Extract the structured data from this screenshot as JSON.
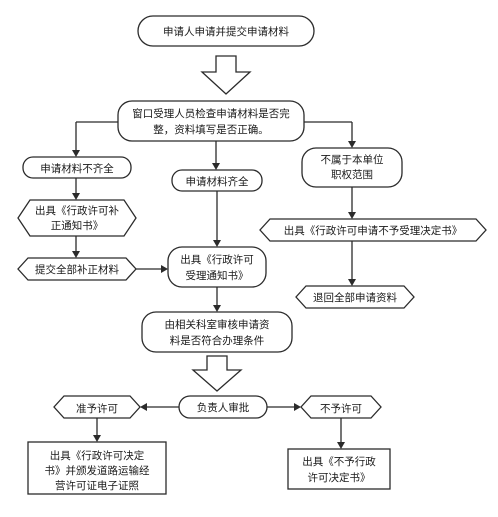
{
  "nodes": {
    "start": "申请人申请并提交申请材料",
    "check": [
      "窗口受理人员检查申请材料是否完",
      "整，资料填写是否正确。"
    ],
    "incomplete": "申请材料不齐全",
    "complete": "申请材料齐全",
    "not_in_scope": [
      "不属于本单位",
      "职权范围"
    ],
    "supplement_notice": [
      "出具《行政许可补",
      "正通知书》"
    ],
    "submit_supplement": "提交全部补正材料",
    "acceptance_notice": [
      "出具《行政许可",
      "受理通知书》"
    ],
    "rejection_decision": "出具《行政许可申请不予受理决定书》",
    "return_materials": "退回全部申请资料",
    "review": [
      "由相关科室审核申请资",
      "料是否符合办理条件"
    ],
    "approver": "负责人审批",
    "grant": "准予许可",
    "deny": "不予许可",
    "grant_decision": [
      "出具《行政许可决定",
      "书》并颁发道路运输经",
      "营许可证电子证照"
    ],
    "deny_decision": [
      "出具《不予行政",
      "许可决定书》"
    ]
  }
}
